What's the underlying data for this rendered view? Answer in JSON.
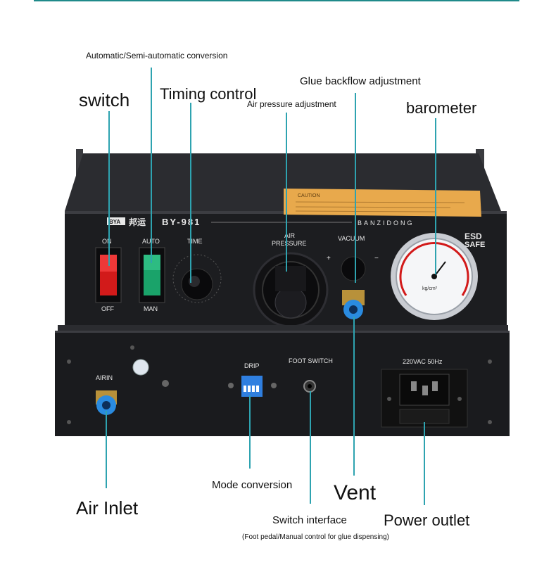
{
  "labels": {
    "auto_semi": "Automatic/Semi-automatic conversion",
    "switch": "switch",
    "timing": "Timing control",
    "air_pressure_adj": "Air pressure adjustment",
    "glue_backflow": "Glue backflow adjustment",
    "barometer": "barometer",
    "air_inlet": "Air Inlet",
    "mode_conversion": "Mode conversion",
    "vent": "Vent",
    "switch_interface": "Switch interface",
    "switch_interface_note": "(Foot pedal/Manual control for glue dispensing)",
    "power_outlet": "Power outlet"
  },
  "device": {
    "brand_badge": "BYA",
    "brand_cn": "邦运",
    "model": "BY-981",
    "maker": "BANZIDONG",
    "caution": "CAUTION",
    "esd1": "ESD",
    "esd2": "SAFE",
    "on": "ON",
    "off": "OFF",
    "auto": "AUTO",
    "man": "MAN",
    "time": "TIME",
    "air": "AIR",
    "pressure": "PRESSURE",
    "vacuum": "VACUUM",
    "plus": "+",
    "minus": "−",
    "gauge_unit": "kg/cm²",
    "airin": "AIRIN",
    "drip": "DRIP",
    "foot_switch": "FOOT SWITCH",
    "power_rating": "220VAC 50Hz"
  },
  "colors": {
    "leader": "#2ea3b0",
    "body": "#1c1d20",
    "caution_label": "#e8a94c",
    "power_switch": "#d21a1a",
    "mode_switch": "#1aa36a",
    "fitting_blue": "#2a8be0",
    "dip_blue": "#2f7fe0"
  }
}
